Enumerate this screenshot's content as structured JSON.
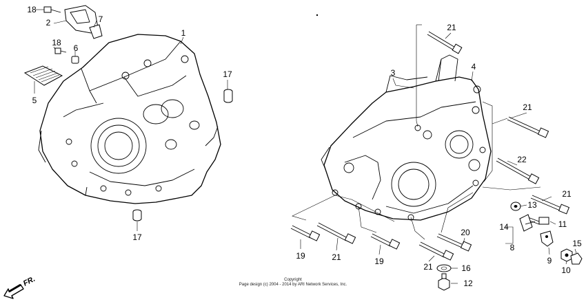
{
  "diagram": {
    "callouts": [
      {
        "id": "c18a",
        "label": "18"
      },
      {
        "id": "c2",
        "label": "2"
      },
      {
        "id": "c7",
        "label": "7"
      },
      {
        "id": "c1",
        "label": "1"
      },
      {
        "id": "c18b",
        "label": "18"
      },
      {
        "id": "c6",
        "label": "6"
      },
      {
        "id": "c5",
        "label": "5"
      },
      {
        "id": "c17a",
        "label": "17"
      },
      {
        "id": "c17b",
        "label": "17"
      },
      {
        "id": "c3",
        "label": "3"
      },
      {
        "id": "c4",
        "label": "4"
      },
      {
        "id": "c21a",
        "label": "21"
      },
      {
        "id": "c21b",
        "label": "21"
      },
      {
        "id": "c22",
        "label": "22"
      },
      {
        "id": "c21c",
        "label": "21"
      },
      {
        "id": "c13",
        "label": "13"
      },
      {
        "id": "c14",
        "label": "14"
      },
      {
        "id": "c11",
        "label": "11"
      },
      {
        "id": "c8",
        "label": "8"
      },
      {
        "id": "c9",
        "label": "9"
      },
      {
        "id": "c15",
        "label": "15"
      },
      {
        "id": "c10",
        "label": "10"
      },
      {
        "id": "c20",
        "label": "20"
      },
      {
        "id": "c19a",
        "label": "19"
      },
      {
        "id": "c21d",
        "label": "21"
      },
      {
        "id": "c19b",
        "label": "19"
      },
      {
        "id": "c21e",
        "label": "21"
      },
      {
        "id": "c16",
        "label": "16"
      },
      {
        "id": "c12",
        "label": "12"
      }
    ],
    "direction_label": "FR."
  },
  "footer": {
    "copyright_line1": "Copyright",
    "copyright_line2": "Page design (c) 2004 - 2014 by ARI Network Services, Inc."
  }
}
